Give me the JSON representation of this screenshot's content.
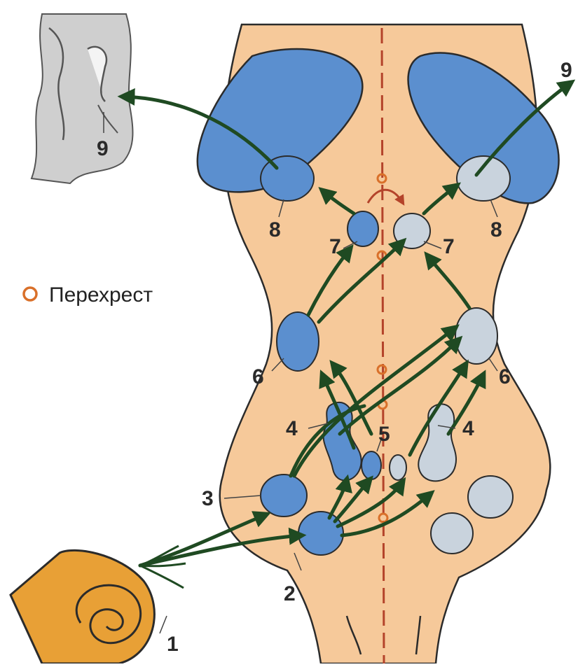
{
  "legend": {
    "label": "Перехрест",
    "marker_color": "#d9702a"
  },
  "labels": {
    "cochlea": "1",
    "cochlear_nucleus_ventral": "2",
    "cochlear_nucleus_dorsal": "3",
    "superior_olive_left": "4",
    "superior_olive_right": "4",
    "trapezoid_nucleus": "5",
    "lateral_lemniscus_left": "6",
    "lateral_lemniscus_right": "6",
    "inferior_colliculus_left": "7",
    "inferior_colliculus_right": "7",
    "medial_geniculate_left": "8",
    "medial_geniculate_right": "8",
    "auditory_cortex_left": "9",
    "auditory_cortex_right": "9"
  },
  "colors": {
    "brainstem": "#f6c99a",
    "nucleus_ipsi": "#5b8fcf",
    "nucleus_contra": "#c9d3dd",
    "pathway": "#1f4a22",
    "midline": "#b4432a",
    "cochlea": "#e8a036",
    "outline": "#2b2b2b"
  }
}
